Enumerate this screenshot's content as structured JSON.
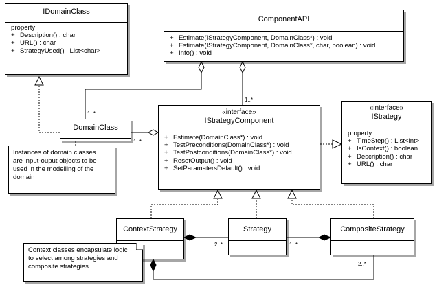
{
  "classes": {
    "idomainclass": {
      "name": "IDomainClass",
      "section_label": "property",
      "members": [
        {
          "vis": "+",
          "text": "Description() : char"
        },
        {
          "vis": "+",
          "text": "URL() : char"
        },
        {
          "vis": "+",
          "text": "StrategyUsed() : List<char>"
        }
      ]
    },
    "componentapi": {
      "name": "ComponentAPI",
      "members": [
        {
          "vis": "+",
          "text": "Estimate(IStrategyComponent, DomainClass*) : void"
        },
        {
          "vis": "+",
          "text": "Estimate(IStrategyComponent, DomainClass*, char, boolean) : void"
        },
        {
          "vis": "+",
          "text": "Info() : void"
        }
      ]
    },
    "domainclass": {
      "name": "DomainClass"
    },
    "istrategycomponent": {
      "stereotype": "«interface»",
      "name": "IStrategyComponent",
      "members": [
        {
          "vis": "+",
          "text": "Estimate(DomainClass*) : void"
        },
        {
          "vis": "+",
          "text": "TestPreconditions(DomainClass*) : void"
        },
        {
          "vis": "+",
          "text": "TestPostconditions(DomainClass*) : void"
        },
        {
          "vis": "+",
          "text": "ResetOutput() : void"
        },
        {
          "vis": "+",
          "text": "SetParamatersDefault() : void"
        }
      ]
    },
    "istrategy": {
      "stereotype": "«interface»",
      "name": "IStrategy",
      "section_label": "property",
      "members": [
        {
          "vis": "+",
          "text": "TimeStep() : List<int>"
        },
        {
          "vis": "+",
          "text": "IsContext() : boolean"
        },
        {
          "vis": "+",
          "text": "Description() : char"
        },
        {
          "vis": "+",
          "text": "URL() : char"
        }
      ]
    },
    "contextstrategy": {
      "name": "ContextStrategy"
    },
    "strategy": {
      "name": "Strategy"
    },
    "compositestrategy": {
      "name": "CompositeStrategy"
    }
  },
  "notes": {
    "domain": [
      "Instances of domain classes",
      "are input-ouput objects to be",
      "used in the modelling of the",
      "domain"
    ],
    "context": [
      "Context classes encapsulate logic",
      "to select among strategies and",
      "composite strategies"
    ]
  },
  "multiplicities": {
    "api_domain": "1..*",
    "api_component": "1..*",
    "domain_component": "1..*",
    "context_strategy": "2..*",
    "strategy_composite": "1..*",
    "composite_bottom": "2..*"
  }
}
